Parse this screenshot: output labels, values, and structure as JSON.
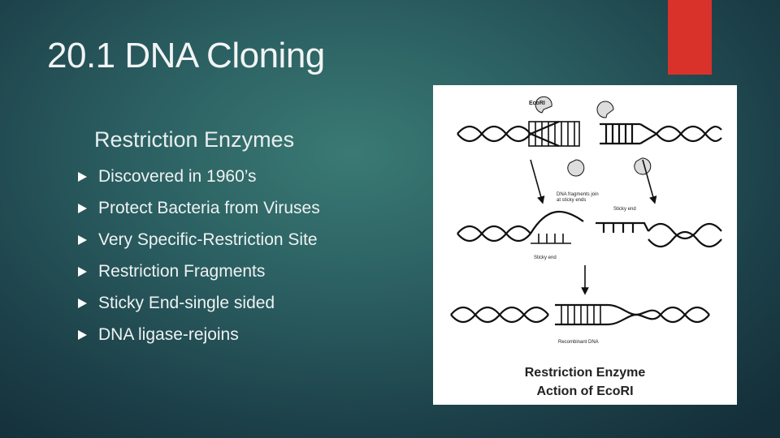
{
  "slide": {
    "title": "20.1 DNA Cloning",
    "subtitle": "Restriction Enzymes",
    "bullets": [
      "Discovered in 1960’s",
      "Protect Bacteria from Viruses",
      "Very Specific-Restriction Site",
      "Restriction Fragments",
      "Sticky End-single sided",
      "DNA ligase-rejoins"
    ],
    "accent_color": "#d9322b"
  },
  "figure": {
    "enzyme_label": "EcoRI",
    "join_label_line1": "DNA fragments join",
    "join_label_line2": "at sticky ends",
    "sticky_end_label": "Sticky end",
    "recombinant_label": "Recombinant DNA",
    "caption_line1": "Restriction Enzyme",
    "caption_line2": "Action of EcoRI"
  }
}
